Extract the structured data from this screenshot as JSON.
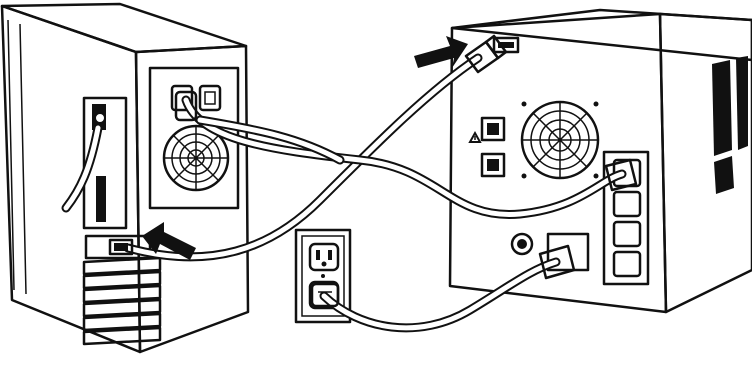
{
  "diagram": {
    "kind": "hardware connection illustration",
    "components": [
      {
        "id": "computer",
        "icon": "computer-tower-icon"
      },
      {
        "id": "ups",
        "icon": "ups-unit-icon"
      },
      {
        "id": "wall-outlet",
        "icon": "wall-outlet-icon"
      }
    ],
    "arrows": [
      {
        "id": "arrow-serial-pc",
        "icon": "arrow-icon"
      },
      {
        "id": "arrow-serial-ups",
        "icon": "arrow-icon"
      }
    ],
    "cables": [
      {
        "id": "serial-cable",
        "icon": "serial-cable-icon"
      },
      {
        "id": "computer-power-cable",
        "icon": "power-cable-icon"
      },
      {
        "id": "ups-input-cable",
        "icon": "power-cable-icon"
      }
    ],
    "colors": {
      "line": "#111111",
      "background": "#ffffff"
    }
  }
}
